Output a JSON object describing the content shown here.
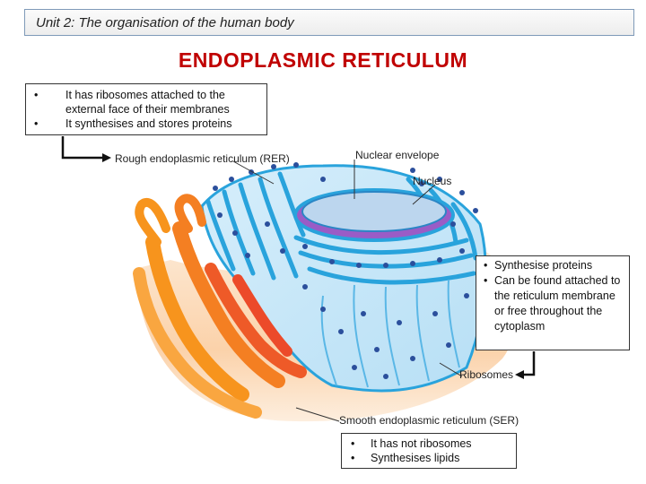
{
  "header": {
    "title": "Unit 2: The organisation of the human body"
  },
  "page_title": "ENDOPLASMIC RETICULUM",
  "rer_box": {
    "items": [
      "It has ribosomes attached to the external face of their membranes",
      "It synthesises and stores proteins"
    ]
  },
  "ribosome_box": {
    "items": [
      "Synthesise proteins",
      "Can be found attached to the reticulum membrane or free throughout the cytoplasm"
    ]
  },
  "ser_box": {
    "items": [
      "It has not ribosomes",
      "Synthesises lipids"
    ]
  },
  "labels": {
    "rer": "Rough endoplasmic reticulum (RER)",
    "nuclear_envelope": "Nuclear envelope",
    "nucleus": "Nucleus",
    "ribosomes": "Ribosomes",
    "ser": "Smooth endoplasmic reticulum (SER)"
  },
  "colors": {
    "title": "#c00000",
    "rer_membrane": "#29a3dc",
    "ser": "#f0781e",
    "nucleus": "#bcd6ee",
    "ribosome": "#2b4f9c"
  }
}
